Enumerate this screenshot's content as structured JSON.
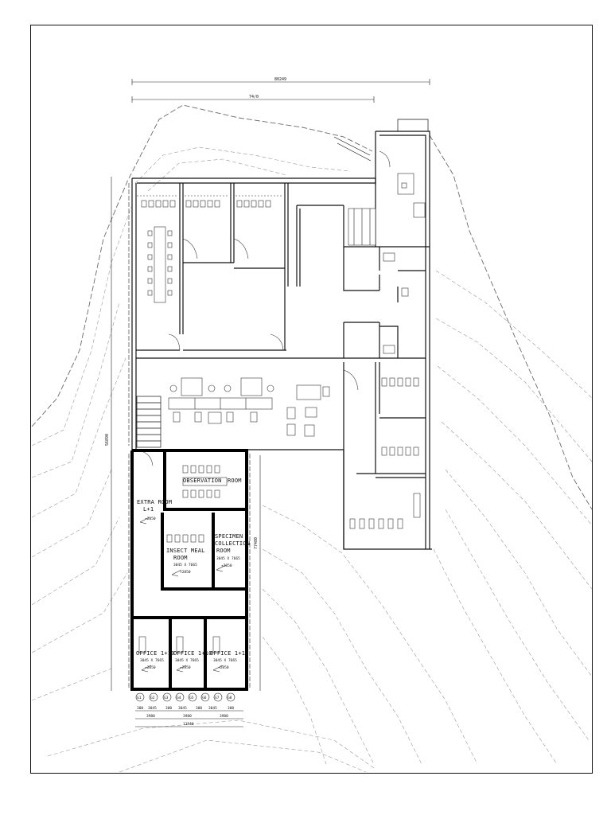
{
  "drawing": {
    "overall_dimension": "80249",
    "sub_dimension": "74/0",
    "left_dimension": "56890",
    "right_dimension": "77480"
  },
  "rooms": {
    "observation": {
      "label_line1": "OBSERVATION",
      "label_line2": "ROOM"
    },
    "extra_room": {
      "label_line1": "EXTRA ROOM",
      "label_line2": "L+1",
      "level": "+2850"
    },
    "inspect_meal": {
      "label_line1": "INSECT MEAL",
      "label_line2": "ROOM",
      "size": "3045 X 7665",
      "level": "+2850"
    },
    "specimen": {
      "label_line1": "SPECIMEN",
      "label_line2": "COLLECTION",
      "label_line3": "ROOM",
      "size": "3045 X 7665",
      "level": "+2850"
    },
    "office_1": {
      "label": "OFFICE 1+10",
      "size": "3045 X 7665",
      "level": "+2850"
    },
    "office_2": {
      "label": "OFFICE 1+10",
      "size": "3045 X 7665",
      "level": "+2850"
    },
    "office_3": {
      "label": "OFFICE 1+10",
      "size": "3045 X 7665",
      "level": "+2850"
    }
  },
  "bottom_dimensions": {
    "segments": [
      "3980",
      "3980",
      "3980"
    ],
    "total": "11940",
    "small": [
      "300",
      "3045",
      "300",
      "3045",
      "300",
      "3045",
      "300"
    ]
  },
  "grid_markers": [
    "G1",
    "G2",
    "G3",
    "G4",
    "G5",
    "G6",
    "G7",
    "G8"
  ]
}
